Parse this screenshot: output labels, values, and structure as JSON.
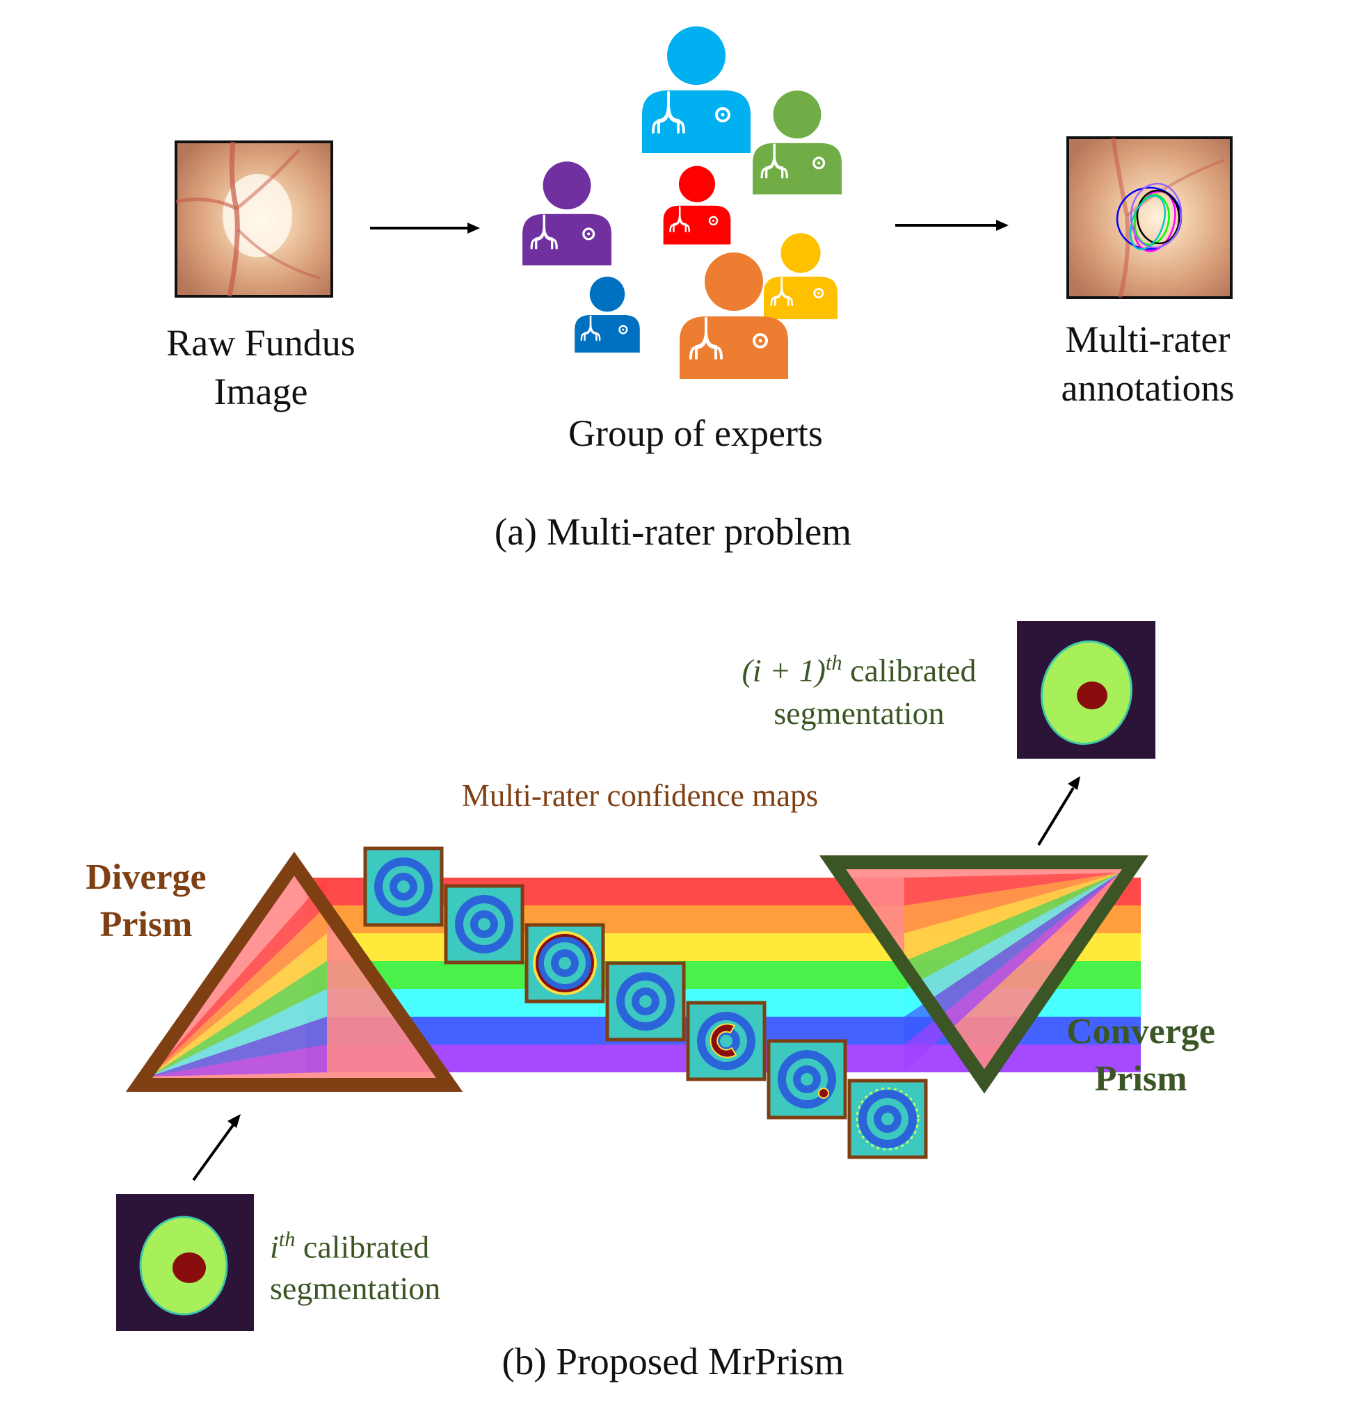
{
  "panel_a": {
    "caption": "(a) Multi-rater problem",
    "input_label_line1": "Raw Fundus",
    "input_label_line2": "Image",
    "experts_label": "Group of experts",
    "output_label_line1": "Multi-rater",
    "output_label_line2": "annotations",
    "expert_colors": [
      "#00b0f0",
      "#70ad47",
      "#7030a0",
      "#ff0000",
      "#ffc000",
      "#0070c0",
      "#ed7d31"
    ],
    "annotation_colors": [
      "#0000ff",
      "#ff00ff",
      "#00ff00",
      "#000000",
      "#00c8c8",
      "#9966ff"
    ]
  },
  "panel_b": {
    "caption": "(b) Proposed MrPrism",
    "confidence_label": "Multi-rater confidence maps",
    "diverge_line1": "Diverge",
    "diverge_line2": "Prism",
    "converge_line1": "Converge",
    "converge_line2": "Prism",
    "next_seg_line1_math": "(i + 1)",
    "next_seg_sup": "th",
    "next_seg_line1_rest": " calibrated",
    "next_seg_line2": "segmentation",
    "cur_seg_math": "i",
    "cur_seg_sup": "th",
    "cur_seg_line1_rest": " calibrated",
    "cur_seg_line2": "segmentation",
    "spectrum_colors": [
      "#ff4040",
      "#ff9a30",
      "#ffe830",
      "#40f040",
      "#40ffff",
      "#3a5aff",
      "#a040ff"
    ],
    "diverge_color": "#7e3f13",
    "converge_color": "#3b5525",
    "map_count": 7
  }
}
